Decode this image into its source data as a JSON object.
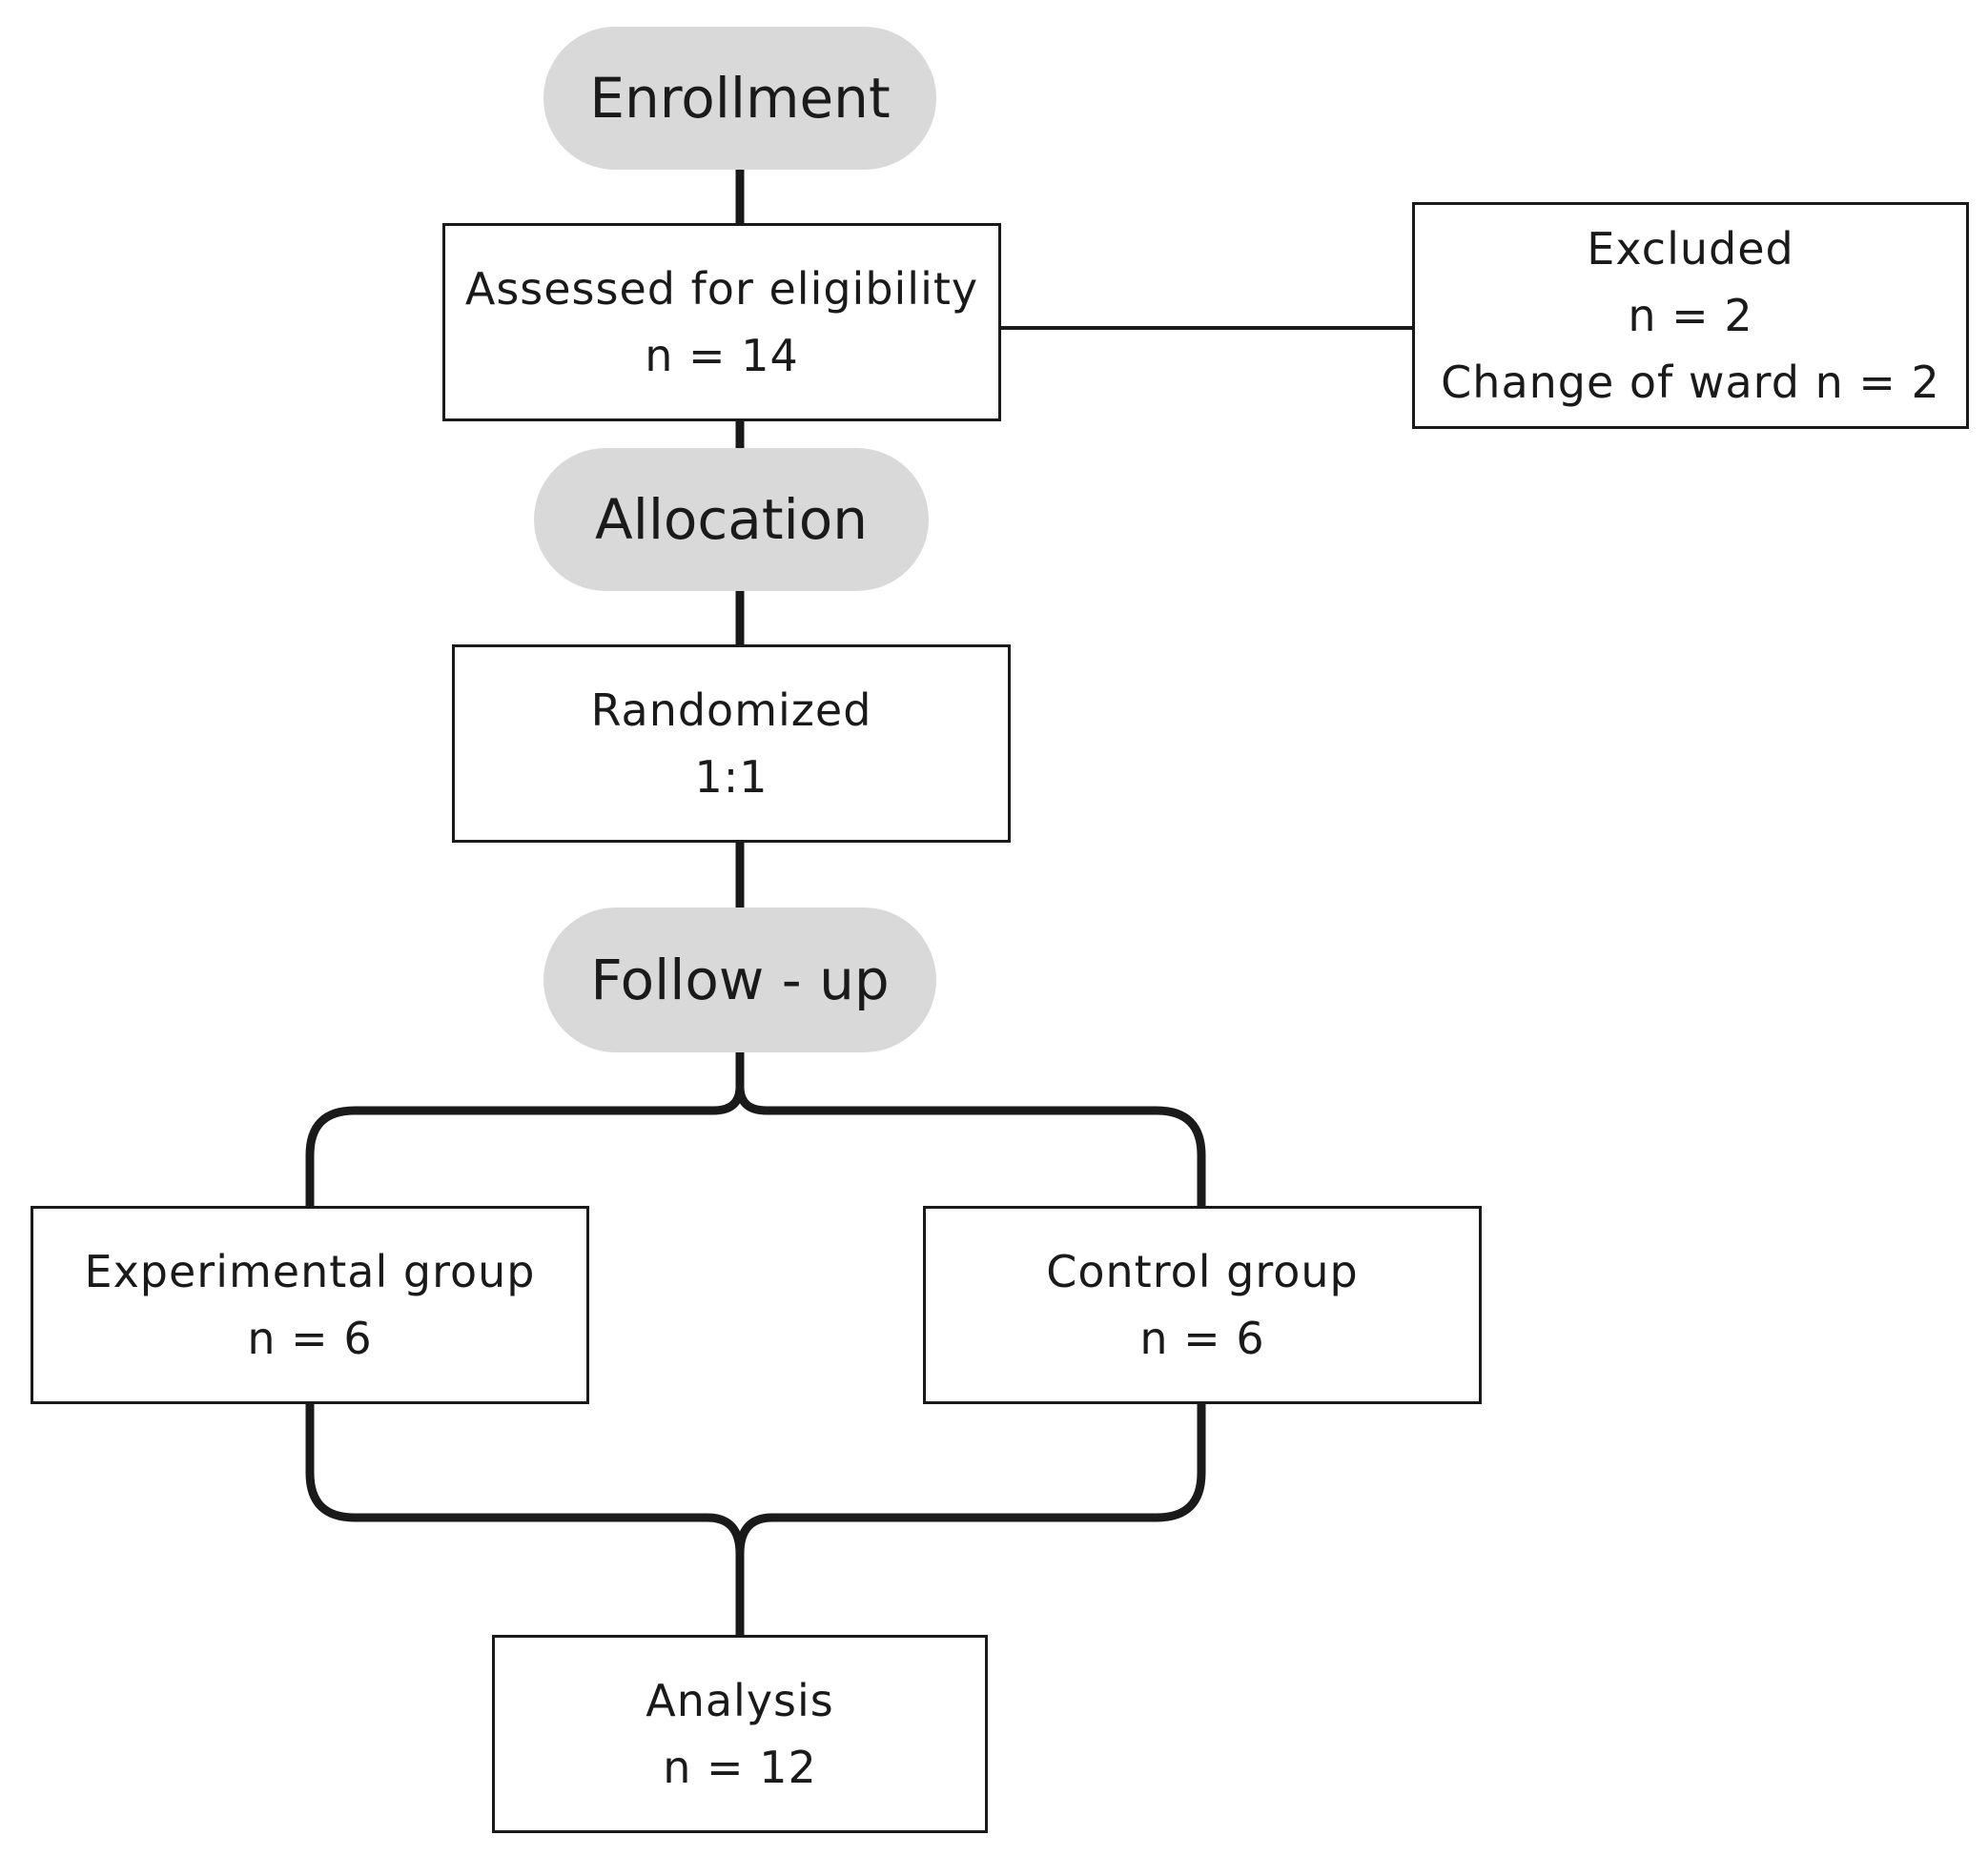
{
  "stages": {
    "enrollment": "Enrollment",
    "allocation": "Allocation",
    "follow_up": "Follow - up"
  },
  "boxes": {
    "assessed": {
      "line1": "Assessed for eligibility",
      "line2": "n = 14"
    },
    "excluded": {
      "line1": "Excluded",
      "line2": "n = 2",
      "line3": "Change of ward n = 2"
    },
    "randomized": {
      "line1": "Randomized",
      "line2": "1:1"
    },
    "experimental": {
      "line1": "Experimental group",
      "line2": "n = 6"
    },
    "control": {
      "line1": "Control group",
      "line2": "n = 6"
    },
    "analysis": {
      "line1": "Analysis",
      "line2": "n = 12"
    }
  },
  "colors": {
    "stage_fill": "#d9d9d9",
    "line": "#1a1a1a"
  }
}
